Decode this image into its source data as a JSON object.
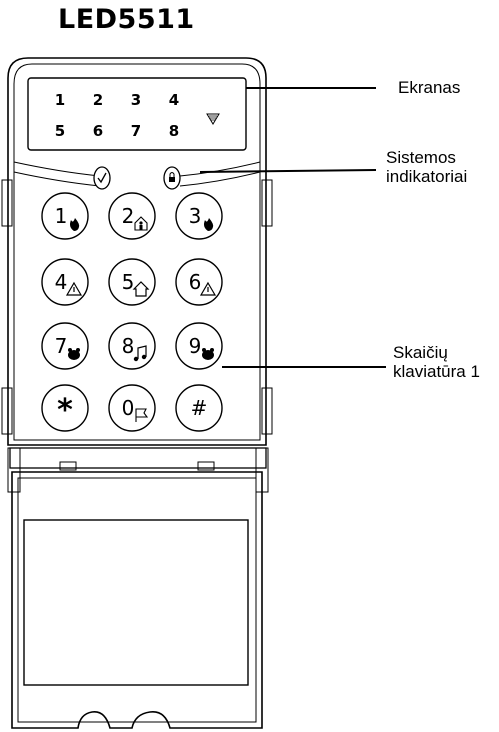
{
  "title": "LED5511",
  "callouts": {
    "display": "Ekranas",
    "indicators": [
      "Sistemos",
      "indikatoriai"
    ],
    "keypad": [
      "Skaičių",
      "klaviatūra 1"
    ]
  },
  "zone_leds": [
    "1",
    "2",
    "3",
    "4",
    "5",
    "6",
    "7",
    "8"
  ],
  "keys": [
    {
      "label": "1",
      "icon": "fire-icon"
    },
    {
      "label": "2",
      "icon": "person-house-icon"
    },
    {
      "label": "3",
      "icon": "fire-icon"
    },
    {
      "label": "4",
      "icon": "warning-icon"
    },
    {
      "label": "5",
      "icon": "house-icon"
    },
    {
      "label": "6",
      "icon": "warning-icon"
    },
    {
      "label": "7",
      "icon": "burglar-icon"
    },
    {
      "label": "8",
      "icon": "chime-icon"
    },
    {
      "label": "9",
      "icon": "burglar-icon"
    },
    {
      "label": "*",
      "icon": ""
    },
    {
      "label": "0",
      "icon": "flag-icon"
    },
    {
      "label": "#",
      "icon": ""
    }
  ]
}
